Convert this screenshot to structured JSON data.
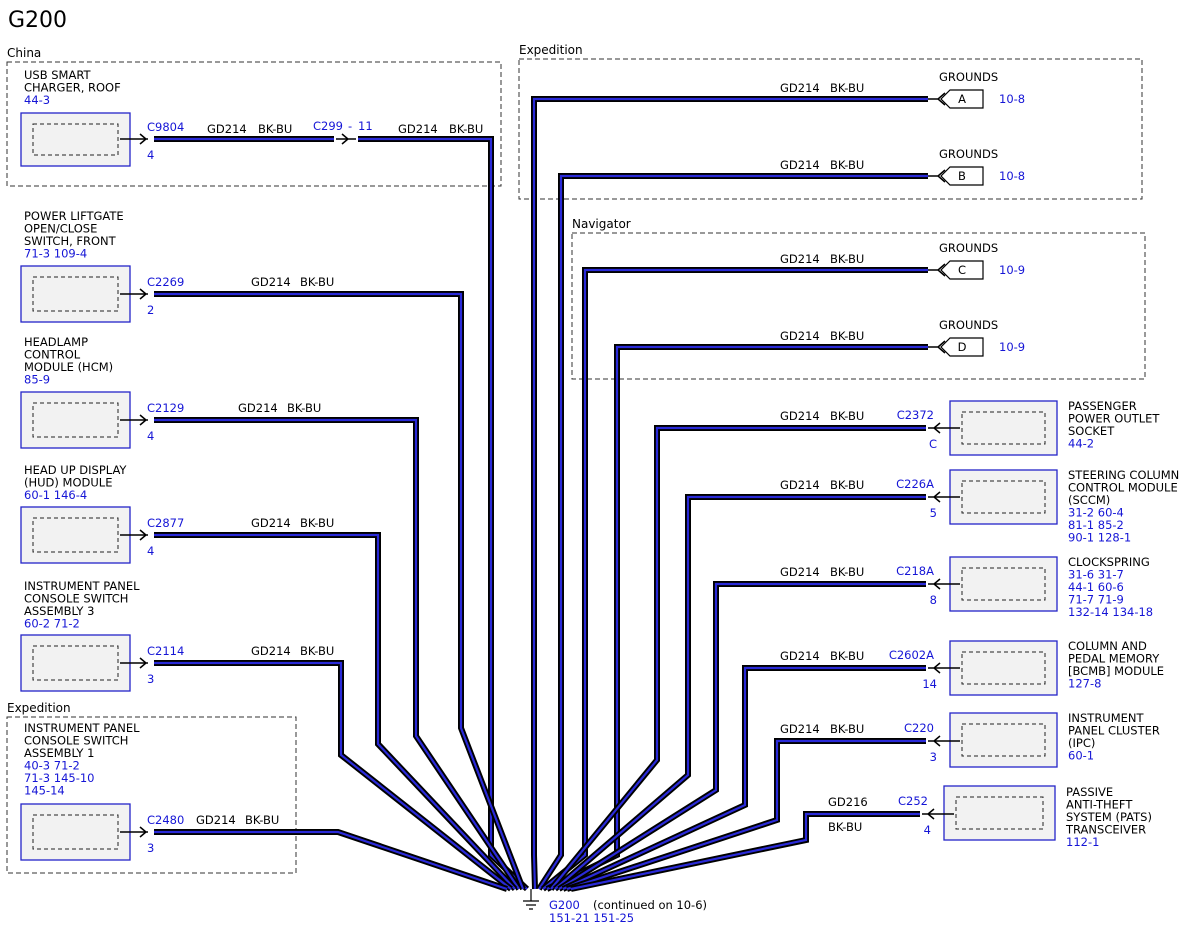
{
  "title": "G200",
  "regions": [
    {
      "id": "china",
      "label": "China"
    },
    {
      "id": "exp-top",
      "label": "Expedition"
    },
    {
      "id": "navigator",
      "label": "Navigator"
    },
    {
      "id": "exp-left",
      "label": "Expedition"
    }
  ],
  "left_components": [
    {
      "lines": [
        "USB SMART",
        "CHARGER, ROOF"
      ],
      "refs": [
        "44-3"
      ],
      "connector": "C9804",
      "pin": "4",
      "wire": "GD214",
      "color": "BK-BU",
      "inline": {
        "connector": "C299",
        "pin": "11",
        "wire": "GD214",
        "color": "BK-BU"
      }
    },
    {
      "lines": [
        "POWER LIFTGATE",
        "OPEN/CLOSE",
        "SWITCH, FRONT"
      ],
      "refs": [
        "71-3    109-4"
      ],
      "connector": "C2269",
      "pin": "2",
      "wire": "GD214",
      "color": "BK-BU"
    },
    {
      "lines": [
        "HEADLAMP",
        "CONTROL",
        "MODULE (HCM)"
      ],
      "refs": [
        "85-9"
      ],
      "connector": "C2129",
      "pin": "4",
      "wire": "GD214",
      "color": "BK-BU"
    },
    {
      "lines": [
        "HEAD UP DISPLAY",
        "(HUD) MODULE"
      ],
      "refs": [
        "60-1    146-4"
      ],
      "connector": "C2877",
      "pin": "4",
      "wire": "GD214",
      "color": "BK-BU"
    },
    {
      "lines": [
        "INSTRUMENT PANEL",
        "CONSOLE SWITCH",
        "ASSEMBLY 3"
      ],
      "refs": [
        "60-2    71-2"
      ],
      "connector": "C2114",
      "pin": "3",
      "wire": "GD214",
      "color": "BK-BU"
    },
    {
      "lines": [
        "INSTRUMENT PANEL",
        "CONSOLE SWITCH",
        "ASSEMBLY 1"
      ],
      "refs": [
        "40-3    71-2",
        "71-3    145-10",
        "145-14"
      ],
      "connector": "C2480",
      "pin": "3",
      "wire": "GD214",
      "color": "BK-BU"
    }
  ],
  "grounds": [
    {
      "label": "GROUNDS",
      "letter": "A",
      "ref": "10-8",
      "wire": "GD214",
      "color": "BK-BU"
    },
    {
      "label": "GROUNDS",
      "letter": "B",
      "ref": "10-8",
      "wire": "GD214",
      "color": "BK-BU"
    },
    {
      "label": "GROUNDS",
      "letter": "C",
      "ref": "10-9",
      "wire": "GD214",
      "color": "BK-BU"
    },
    {
      "label": "GROUNDS",
      "letter": "D",
      "ref": "10-9",
      "wire": "GD214",
      "color": "BK-BU"
    }
  ],
  "right_components": [
    {
      "lines": [
        "PASSENGER",
        "POWER OUTLET",
        "SOCKET"
      ],
      "refs": [
        "44-2"
      ],
      "connector": "C2372",
      "pin": "C",
      "wire": "GD214",
      "color": "BK-BU"
    },
    {
      "lines": [
        "STEERING COLUMN",
        "CONTROL MODULE",
        "(SCCM)"
      ],
      "refs": [
        "31-2    60-4",
        "81-1    85-2",
        "90-1    128-1"
      ],
      "connector": "C226A",
      "pin": "5",
      "wire": "GD214",
      "color": "BK-BU"
    },
    {
      "lines": [
        "CLOCKSPRING"
      ],
      "refs": [
        "31-6    31-7",
        "44-1    60-6",
        "71-7    71-9",
        "132-14  134-18"
      ],
      "connector": "C218A",
      "pin": "8",
      "wire": "GD214",
      "color": "BK-BU"
    },
    {
      "lines": [
        "COLUMN AND",
        "PEDAL MEMORY",
        "[BCMB] MODULE"
      ],
      "refs": [
        "127-8"
      ],
      "connector": "C2602A",
      "pin": "14",
      "wire": "GD214",
      "color": "BK-BU"
    },
    {
      "lines": [
        "INSTRUMENT",
        "PANEL CLUSTER",
        "(IPC)"
      ],
      "refs": [
        "60-1"
      ],
      "connector": "C220",
      "pin": "3",
      "wire": "GD214",
      "color": "BK-BU"
    },
    {
      "lines": [
        "PASSIVE",
        "ANTI-THEFT",
        "SYSTEM (PATS)",
        "TRANSCEIVER"
      ],
      "refs": [
        "112-1"
      ],
      "connector": "C252",
      "pin": "4",
      "wire": "GD216",
      "color": "BK-BU"
    }
  ],
  "ground_point": {
    "name": "G200",
    "note": "(continued on 10-6)",
    "refs": "151-21  151-25"
  },
  "colors": {
    "wire": "#2a2ad8",
    "wire_edge": "#000000",
    "ref_text": "#1515d6",
    "component_border": "#2424c8"
  }
}
